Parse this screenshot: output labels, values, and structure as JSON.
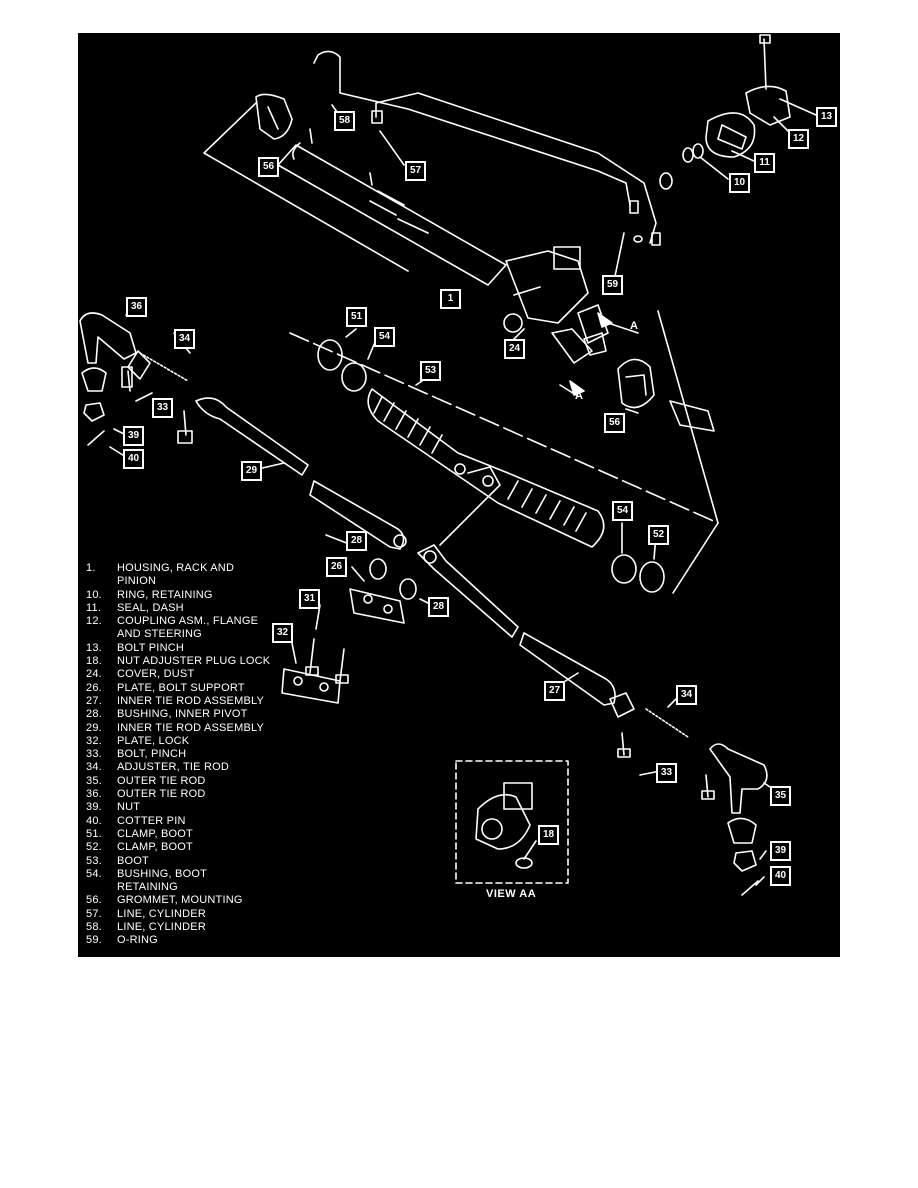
{
  "diagram": {
    "callouts": [
      {
        "id": "c13",
        "text": "13"
      },
      {
        "id": "c12",
        "text": "12"
      },
      {
        "id": "c11",
        "text": "11"
      },
      {
        "id": "c10",
        "text": "10"
      },
      {
        "id": "c58",
        "text": "58"
      },
      {
        "id": "c57",
        "text": "57"
      },
      {
        "id": "c56a",
        "text": "56"
      },
      {
        "id": "c1",
        "text": "1"
      },
      {
        "id": "c59",
        "text": "59"
      },
      {
        "id": "c24",
        "text": "24"
      },
      {
        "id": "c36",
        "text": "36"
      },
      {
        "id": "c34a",
        "text": "34"
      },
      {
        "id": "c33a",
        "text": "33"
      },
      {
        "id": "c39a",
        "text": "39"
      },
      {
        "id": "c40a",
        "text": "40"
      },
      {
        "id": "c29",
        "text": "29"
      },
      {
        "id": "c51",
        "text": "51"
      },
      {
        "id": "c54a",
        "text": "54"
      },
      {
        "id": "c53",
        "text": "53"
      },
      {
        "id": "c56b",
        "text": "56"
      },
      {
        "id": "c28a",
        "text": "28"
      },
      {
        "id": "c26",
        "text": "26"
      },
      {
        "id": "c28b",
        "text": "28"
      },
      {
        "id": "c31",
        "text": "31"
      },
      {
        "id": "c32",
        "text": "32"
      },
      {
        "id": "c54b",
        "text": "54"
      },
      {
        "id": "c52",
        "text": "52"
      },
      {
        "id": "c27",
        "text": "27"
      },
      {
        "id": "c34b",
        "text": "34"
      },
      {
        "id": "c33b",
        "text": "33"
      },
      {
        "id": "c35",
        "text": "35"
      },
      {
        "id": "c18",
        "text": "18"
      },
      {
        "id": "c39b",
        "text": "39"
      },
      {
        "id": "c40b",
        "text": "40"
      }
    ],
    "section_letter_top": "A",
    "section_letter_bottom": "A",
    "view_label": "VIEW AA"
  },
  "legend": [
    {
      "num": "1.",
      "text": "HOUSING, RACK AND\nPINION"
    },
    {
      "num": "10.",
      "text": "RING, RETAINING"
    },
    {
      "num": "11.",
      "text": "SEAL, DASH"
    },
    {
      "num": "12.",
      "text": "COUPLING ASM., FLANGE\nAND STEERING"
    },
    {
      "num": "13.",
      "text": "BOLT PINCH"
    },
    {
      "num": "18.",
      "text": "NUT ADJUSTER PLUG LOCK"
    },
    {
      "num": "24.",
      "text": "COVER, DUST"
    },
    {
      "num": "26.",
      "text": "PLATE, BOLT SUPPORT"
    },
    {
      "num": "27.",
      "text": "INNER TIE ROD ASSEMBLY"
    },
    {
      "num": "28.",
      "text": "BUSHING, INNER PIVOT"
    },
    {
      "num": "29.",
      "text": "INNER TIE ROD ASSEMBLY"
    },
    {
      "num": "32.",
      "text": "PLATE, LOCK"
    },
    {
      "num": "33.",
      "text": "BOLT, PINCH"
    },
    {
      "num": "34.",
      "text": "ADJUSTER, TIE ROD"
    },
    {
      "num": "35.",
      "text": "OUTER TIE ROD"
    },
    {
      "num": "36.",
      "text": "OUTER TIE ROD"
    },
    {
      "num": "39.",
      "text": "NUT"
    },
    {
      "num": "40.",
      "text": "COTTER PIN"
    },
    {
      "num": "51.",
      "text": "CLAMP, BOOT"
    },
    {
      "num": "52.",
      "text": "CLAMP, BOOT"
    },
    {
      "num": "53.",
      "text": "BOOT"
    },
    {
      "num": "54.",
      "text": "BUSHING, BOOT\nRETAINING"
    },
    {
      "num": "56.",
      "text": "GROMMET, MOUNTING"
    },
    {
      "num": "57.",
      "text": "LINE, CYLINDER"
    },
    {
      "num": "58.",
      "text": "LINE, CYLINDER"
    },
    {
      "num": "59.",
      "text": "O-RING"
    }
  ]
}
